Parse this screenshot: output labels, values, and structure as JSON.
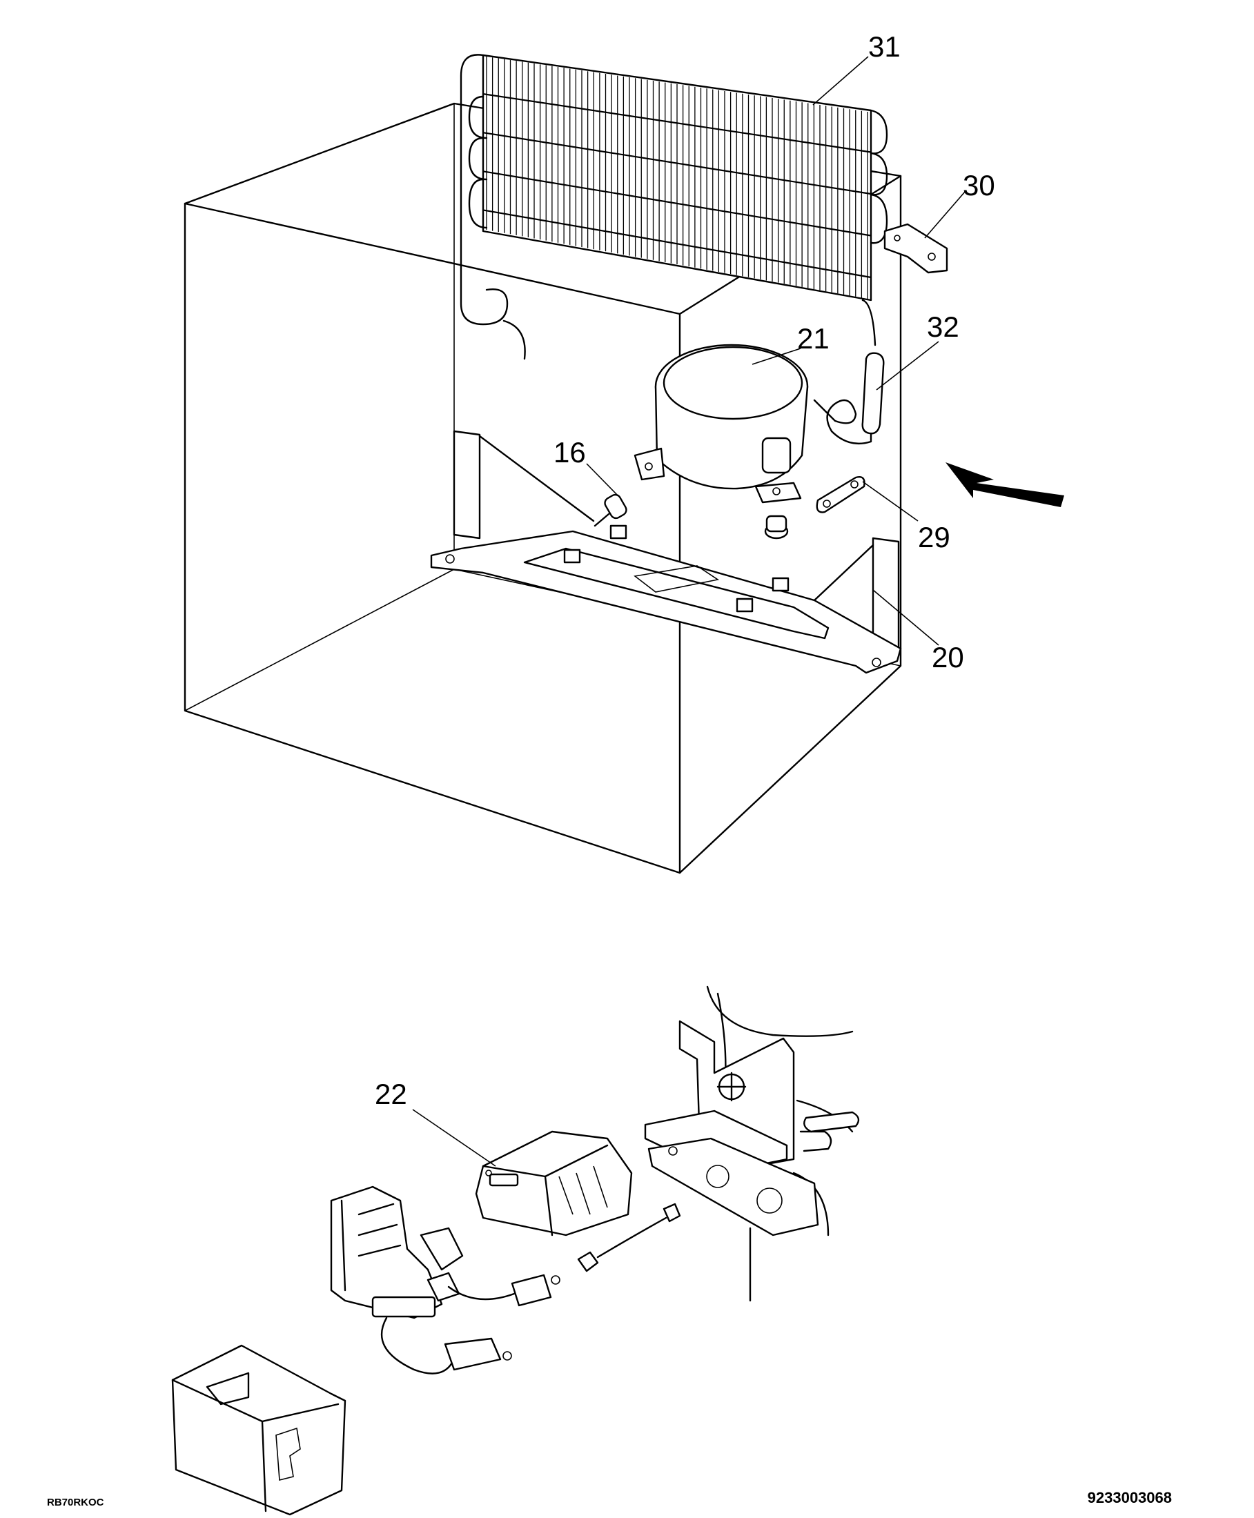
{
  "callouts": {
    "c31": "31",
    "c30": "30",
    "c32": "32",
    "c21": "21",
    "c16": "16",
    "c29": "29",
    "c20": "20",
    "c22": "22"
  },
  "footer": {
    "model_code": "RB70RKOC",
    "diagram_number": "9233003068"
  }
}
